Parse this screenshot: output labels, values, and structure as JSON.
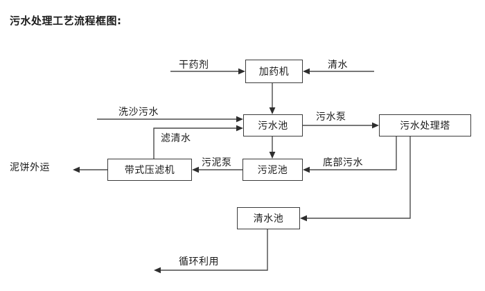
{
  "title": "污水处理工艺流程框图:",
  "nodes": [
    {
      "id": "dosing-machine",
      "label": "加药机"
    },
    {
      "id": "sewage-pool",
      "label": "污水池"
    },
    {
      "id": "sewage-treatment-tower",
      "label": "污水处理塔"
    },
    {
      "id": "belt-filter-press",
      "label": "带式压滤机"
    },
    {
      "id": "sludge-pool",
      "label": "污泥池"
    },
    {
      "id": "clean-water-pool",
      "label": "清水池"
    }
  ],
  "edge_labels": [
    {
      "id": "dry-reagent",
      "label": "干药剂"
    },
    {
      "id": "clean-water-in",
      "label": "清水"
    },
    {
      "id": "sand-washing-sewage",
      "label": "洗沙污水"
    },
    {
      "id": "filtered-clear-water",
      "label": "滤清水"
    },
    {
      "id": "sewage-pump",
      "label": "污水泵"
    },
    {
      "id": "bottom-sewage",
      "label": "底部污水"
    },
    {
      "id": "sludge-pump",
      "label": "污泥泵"
    }
  ],
  "terminals": [
    {
      "id": "mud-cake-outbound",
      "label": "泥饼外运"
    },
    {
      "id": "recycle-reuse",
      "label": "循环利用"
    }
  ],
  "colors": {
    "background": "#ffffff",
    "box_border": "#3a3a3a",
    "line": "#4a4a4a",
    "arrow_head": "#2e2e2e",
    "text": "#1a1a1a"
  }
}
